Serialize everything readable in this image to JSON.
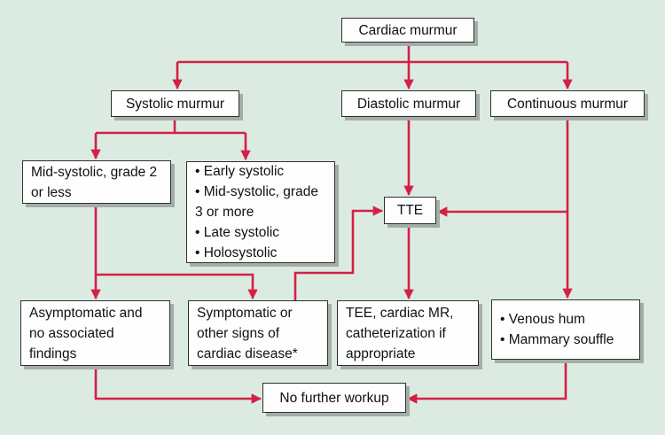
{
  "title": "Cardiac murmur evaluation flowchart",
  "colors": {
    "background": "#dcebe2",
    "arrow": "#d32047",
    "box_border": "#2f2f2f",
    "box_fill": "#fefefe",
    "box_shadow": "#a4aea6",
    "text": "#111111"
  },
  "nodes": {
    "cardiac": {
      "label": "Cardiac murmur"
    },
    "systolic": {
      "label": "Systolic murmur"
    },
    "diastolic": {
      "label": "Diastolic murmur"
    },
    "continuous": {
      "label": "Continuous murmur"
    },
    "midsystolic": {
      "label": "Mid-systolic, grade 2 or less"
    },
    "systolic_types": {
      "lines": [
        "• Early systolic",
        "• Mid-systolic, grade 3 or more",
        "• Late systolic",
        "• Holosystolic"
      ]
    },
    "tte": {
      "label": "TTE"
    },
    "asymptomatic": {
      "label": "Asymptomatic and no associated findings"
    },
    "symptomatic": {
      "label": "Symptomatic or other signs of cardiac disease*"
    },
    "tee": {
      "label": "TEE, cardiac MR, catheterization if appropriate"
    },
    "venous": {
      "lines": [
        "• Venous hum",
        "• Mammary souffle"
      ]
    },
    "noworkup": {
      "label": "No further workup"
    }
  }
}
